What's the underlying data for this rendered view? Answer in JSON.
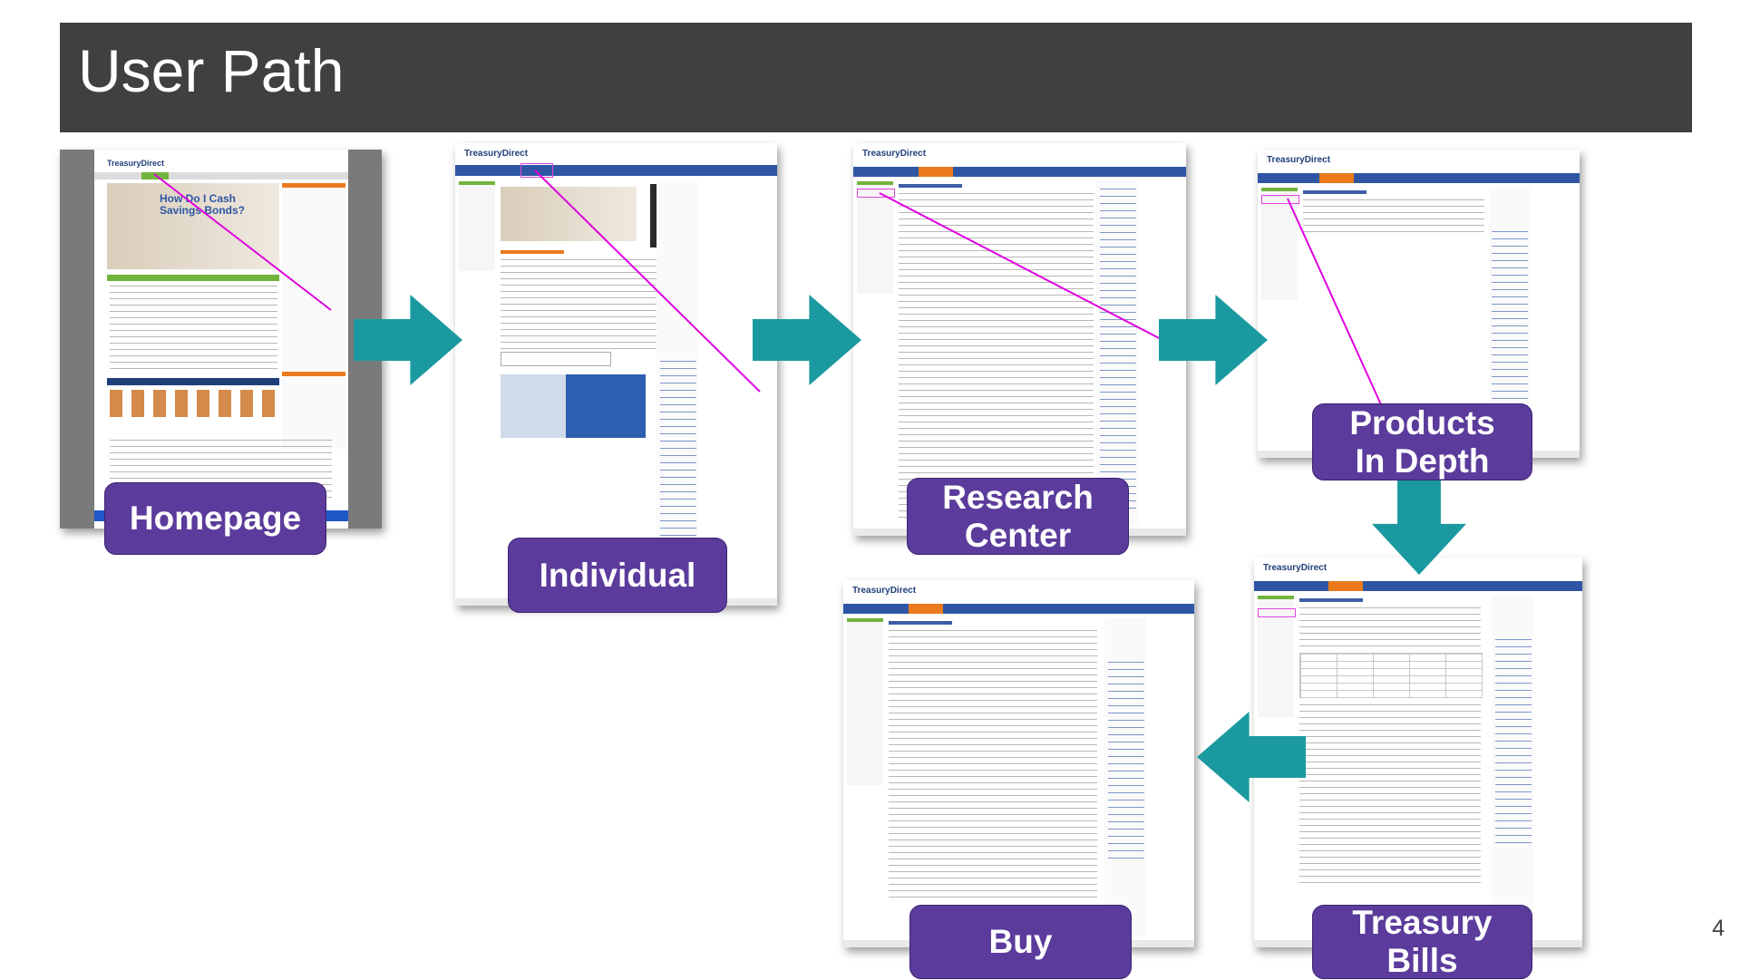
{
  "title": "User Path",
  "page_number": "4",
  "steps": [
    {
      "label": "Homepage"
    },
    {
      "label": "Individual"
    },
    {
      "label": "Research Center"
    },
    {
      "label": "Products In Depth"
    },
    {
      "label": "Treasury Bills"
    },
    {
      "label": "Buy"
    }
  ],
  "logo_text": "TreasuryDirect",
  "colors": {
    "title_bar": "#404040",
    "label_fill": "#5b3b9b",
    "arrow": "#1a9aa0",
    "trace_line": "#e000e0",
    "site_nav": "#2e56a4"
  }
}
